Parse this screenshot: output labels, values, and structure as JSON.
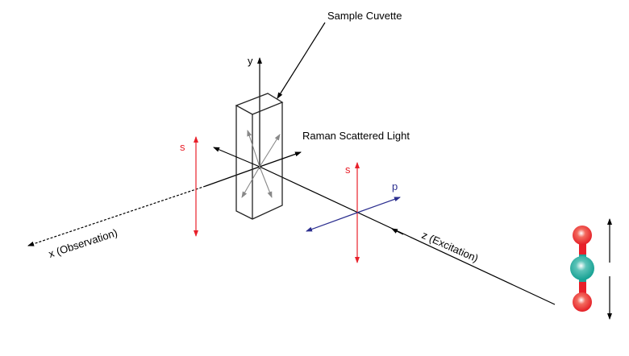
{
  "labels": {
    "sample_cuvette": "Sample Cuvette",
    "raman": "Raman Scattered Light",
    "y_axis": "y",
    "x_axis": "x (Observation)",
    "z_axis": "z (Excitation)",
    "s_left": "s",
    "s_right": "s",
    "p_right": "p"
  },
  "colors": {
    "red": "#e8202a",
    "blue": "#2b2e8f",
    "gray": "#888888",
    "black": "#000000",
    "teal": "#1fa59a"
  }
}
